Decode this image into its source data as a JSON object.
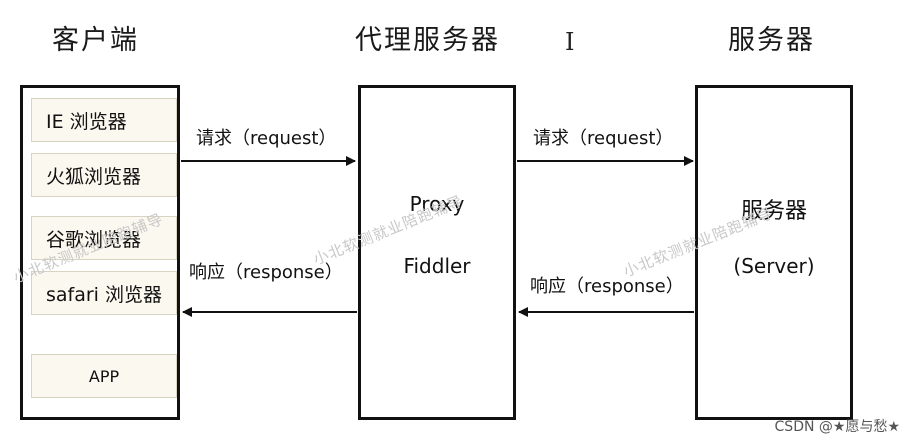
{
  "headings": {
    "client": "客户端",
    "proxy": "代理服务器",
    "server": "服务器"
  },
  "client_items": [
    "IE 浏览器",
    "火狐浏览器",
    "谷歌浏览器",
    "safari 浏览器",
    "APP"
  ],
  "proxy": {
    "line1": "Proxy",
    "line2": "Fiddler"
  },
  "server": {
    "line1": "服务器",
    "line2": "(Server)"
  },
  "arrows": {
    "request_left": "请求（request）",
    "response_left": "响应（response）",
    "request_right": "请求（request）",
    "response_right": "响应（response）"
  },
  "watermark": "小北软测就业陪跑辅导",
  "credit": "CSDN @★愿与愁★",
  "cursor_glyph": "I"
}
